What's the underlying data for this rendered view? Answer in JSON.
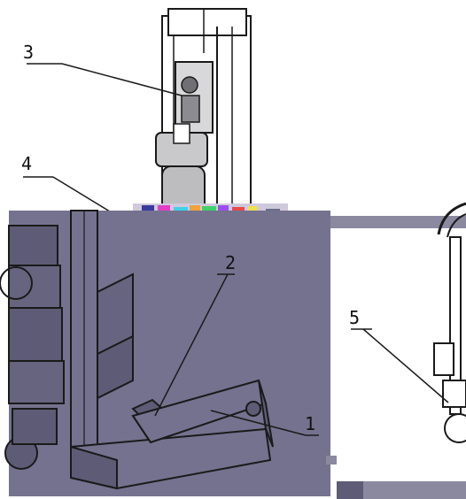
{
  "diagram": {
    "callouts": [
      {
        "id": "1",
        "label": "1"
      },
      {
        "id": "2",
        "label": "2"
      },
      {
        "id": "3",
        "label": "3"
      },
      {
        "id": "4",
        "label": "4"
      },
      {
        "id": "5",
        "label": "5"
      }
    ]
  },
  "colors": {
    "line": "#1a1a1a",
    "metal": "#b9b9bd",
    "panel": "#74728f",
    "panel_dark": "#5d5b75",
    "band": "#8a89a0",
    "noise_band": "#cfc9dc",
    "background": "#ffffff"
  }
}
